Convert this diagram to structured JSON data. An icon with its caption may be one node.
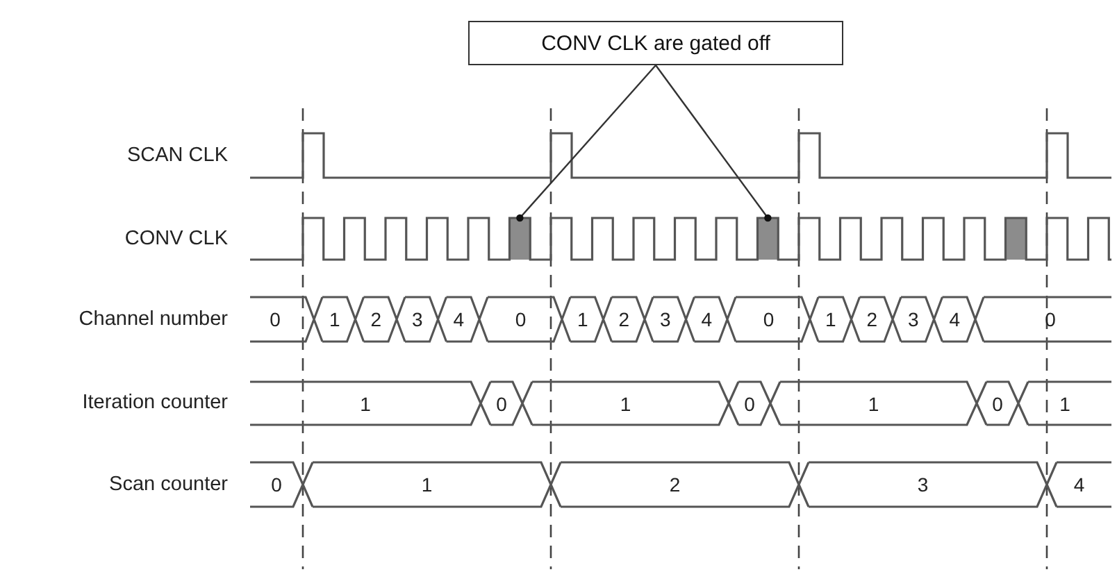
{
  "diagram": {
    "nodes": [
      {
        "text": [
          "CONV CLK are gated off"
        ]
      },
      {
        "text": [],
        "shape": "bar"
      },
      {
        "text": [],
        "shape": "bar"
      },
      {
        "text": [],
        "shape": "bar"
      }
    ],
    "edges": [
      {
        "from": 0,
        "to": 1,
        "arrow": "other"
      },
      {
        "from": 0,
        "to": 2,
        "arrow": "other"
      }
    ],
    "labels": [
      "SCAN CLK",
      "CONV CLK",
      "Channel number",
      "0",
      "1",
      "2",
      "3",
      "4",
      "0",
      "1",
      "2",
      "3",
      "4",
      "0",
      "1",
      "2",
      "3",
      "4",
      "0",
      "Iteration counter",
      "1",
      "0",
      "1",
      "0",
      "1",
      "0",
      "1",
      "Scan counter",
      "0",
      "1",
      "2",
      "3",
      "4"
    ]
  }
}
